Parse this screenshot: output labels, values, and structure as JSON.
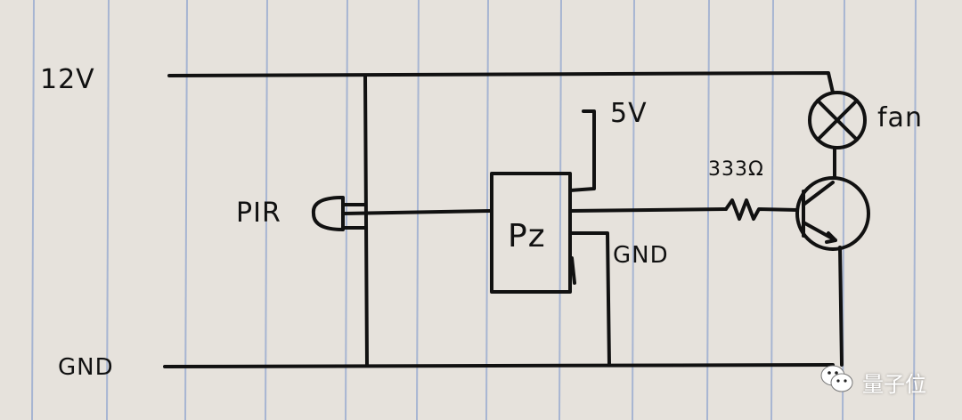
{
  "labels": {
    "v12": "12V",
    "gnd_left": "GND",
    "pir": "PIR",
    "v5": "5V",
    "pz": "Pz",
    "gnd_mid": "GND",
    "fan": "fan",
    "resistor": "333Ω"
  },
  "watermark": {
    "text": "量子位",
    "icon": "wechat-icon"
  },
  "colors": {
    "paper": "#e6e2dc",
    "rule": "#9fb0cf",
    "ink": "#111111"
  }
}
